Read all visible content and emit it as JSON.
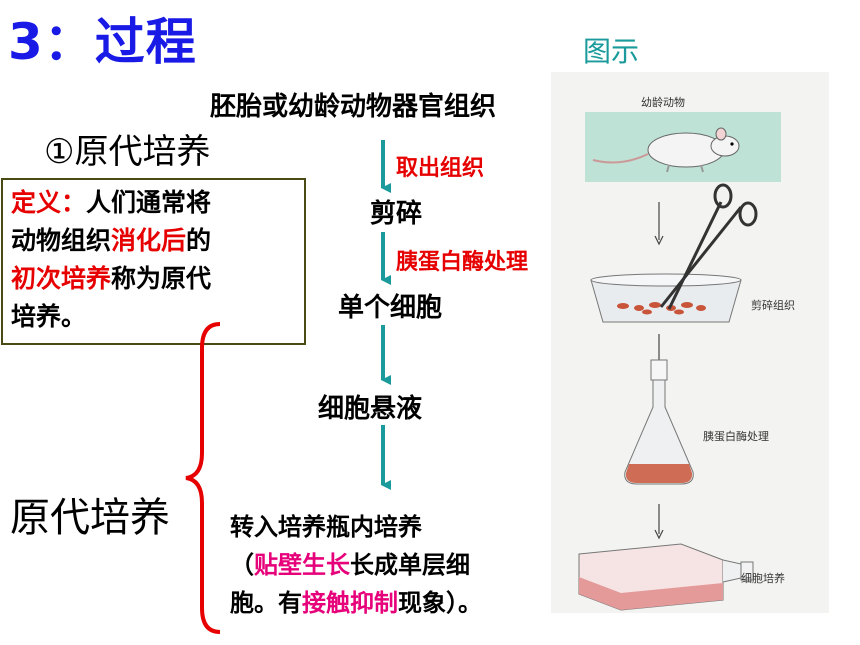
{
  "title": "3：过程",
  "figure_label": "图示",
  "subtitle": "①原代培养",
  "definition": {
    "label": "定义：",
    "line1_rest": "人们通常将",
    "line2_a": "动物组织",
    "line2_red": "消化后",
    "line2_b": "的",
    "line3_red": "初次培养",
    "line3_b": "称为原代",
    "line4": "培养。"
  },
  "flow": {
    "top": "胚胎或幼龄动物器官组织",
    "step1_label": "取出组织",
    "step1": "剪碎",
    "step2_label": "胰蛋白酶处理",
    "step2": "单个细胞",
    "step3": "细胞悬液",
    "step4": "转入培养瓶内培养",
    "note_open": "（",
    "note_mag1": "贴壁生长",
    "note_rest1": "长成单层细",
    "note_line2_a": "胞。有",
    "note_mag2": "接触抑制",
    "note_line2_b": "现象）。"
  },
  "brace_label": "原代培养",
  "figure_captions": {
    "animal": "幼龄动物",
    "mince": "剪碎组织",
    "trypsin": "胰蛋白酶处理",
    "culture": "细胞培养"
  },
  "colors": {
    "title_blue": "#1a1ae6",
    "teal": "#1a9a9a",
    "red": "#e60000",
    "magenta": "#e6007a"
  }
}
